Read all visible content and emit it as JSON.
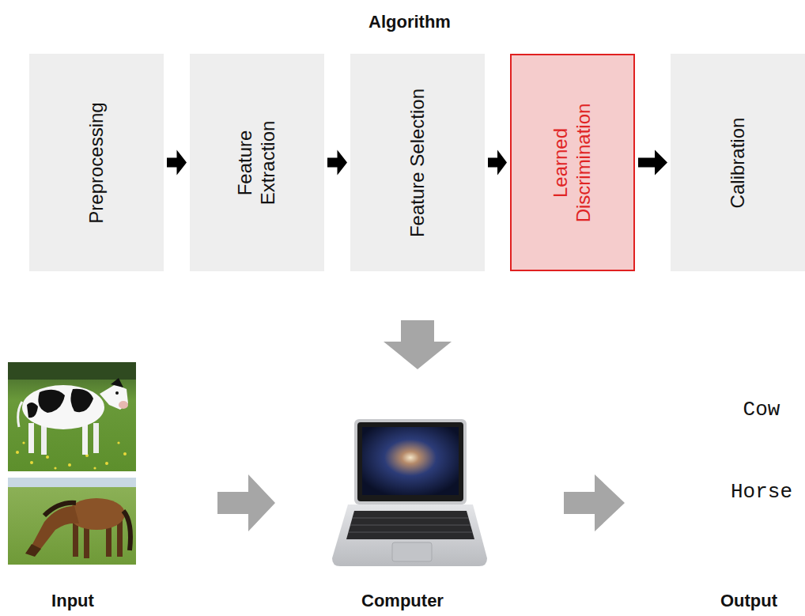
{
  "diagram": {
    "title": "Algorithm",
    "nodes": [
      {
        "text": [
          "Preprocessing"
        ]
      },
      {
        "text": [
          "Feature Extraction"
        ]
      },
      {
        "text": [
          "Feature Selection"
        ]
      },
      {
        "text": [
          "Learned Discrimination"
        ]
      },
      {
        "text": [
          "Calibration"
        ]
      }
    ],
    "edges": [
      {
        "from": 0,
        "to": 1,
        "arrow": "to"
      },
      {
        "from": 1,
        "to": 2,
        "arrow": "to"
      },
      {
        "from": 2,
        "to": 3,
        "arrow": "to"
      },
      {
        "from": 3,
        "to": 4,
        "arrow": "to"
      }
    ],
    "labels": [
      "Cow",
      "Horse",
      "Input",
      "Computer",
      "Output"
    ]
  }
}
